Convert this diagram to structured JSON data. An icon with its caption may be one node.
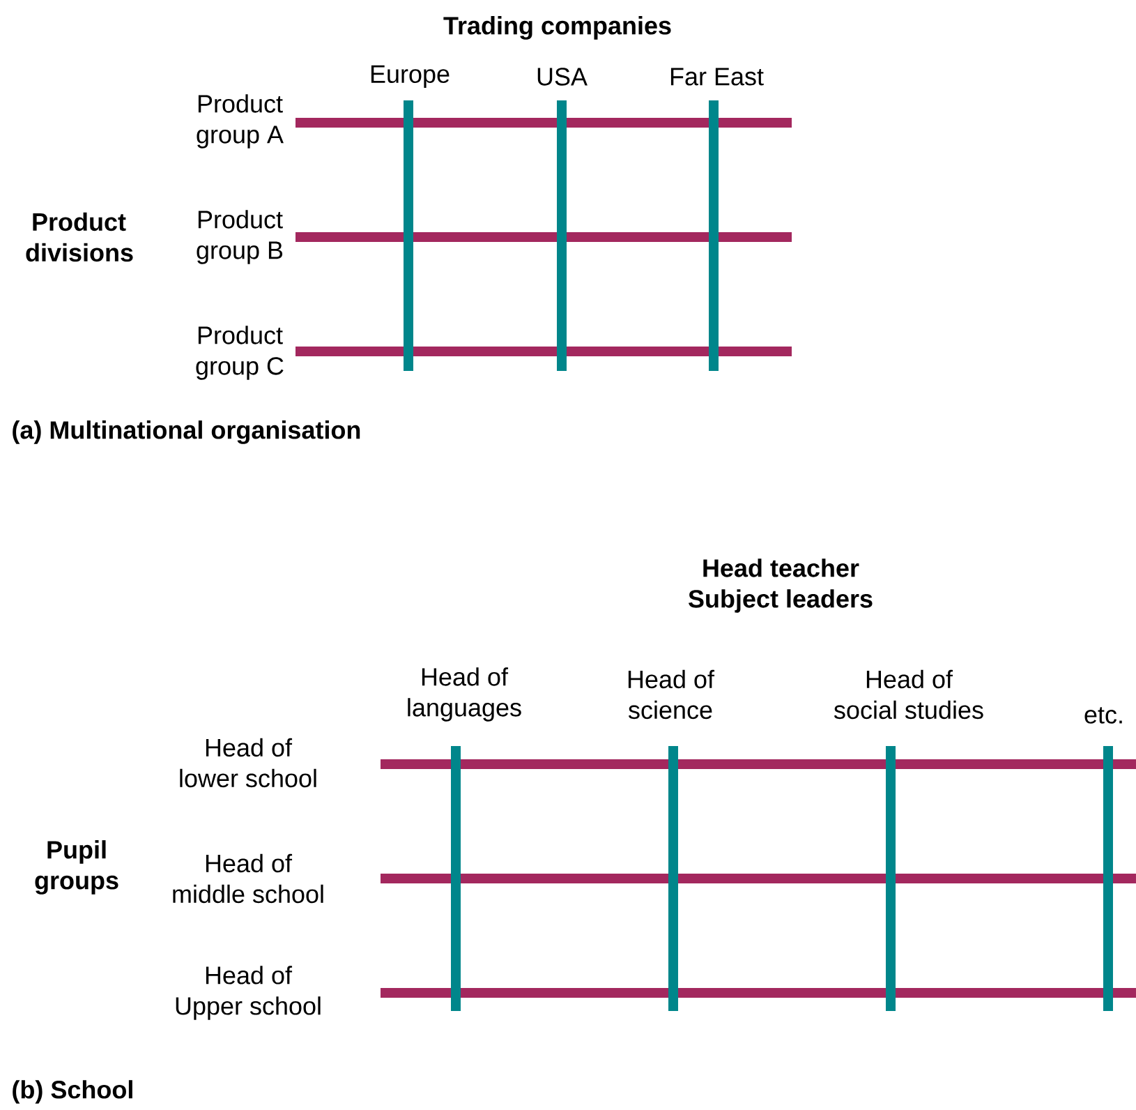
{
  "diagram": {
    "labels": [
      "Trading companies",
      "Europe",
      "USA",
      "Far East",
      "Product group A",
      "Product divisions",
      "Product group B",
      "Product group C",
      "(a) Multinational organisation",
      "Head teacher Subject leaders",
      "Head of languages",
      "Head of science",
      "Head of social studies",
      "etc.",
      "Head of lower school",
      "Pupil groups",
      "Head of middle school",
      "Head of Upper school",
      "(b) School"
    ]
  }
}
